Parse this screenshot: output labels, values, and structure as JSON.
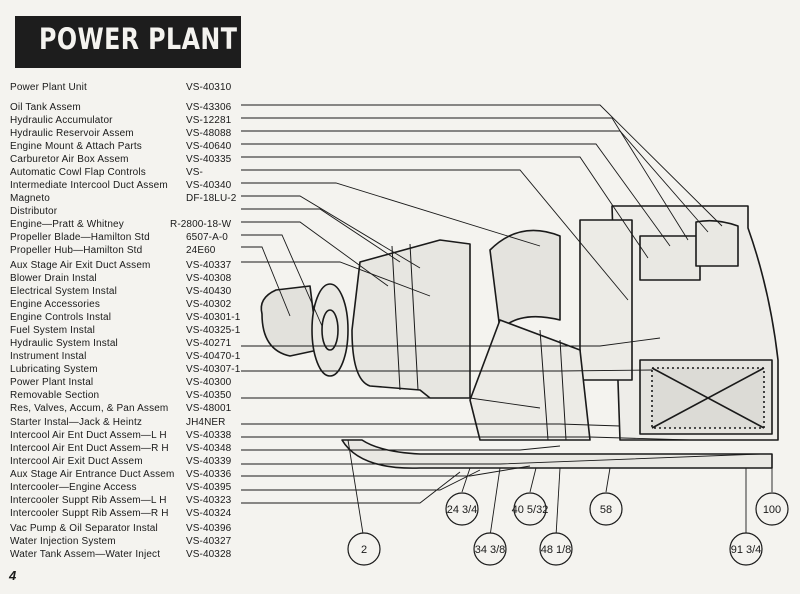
{
  "header": {
    "title": "POWER PLANT"
  },
  "parts": [
    {
      "name": "Power Plant Unit",
      "code": "VS-40310"
    },
    {
      "name": "Oil Tank Assem",
      "code": "VS-43306"
    },
    {
      "name": "Hydraulic Accumulator",
      "code": "VS-12281"
    },
    {
      "name": "Hydraulic Reservoir Assem",
      "code": "VS-48088"
    },
    {
      "name": "Engine Mount & Attach Parts",
      "code": "VS-40640"
    },
    {
      "name": "Carburetor Air Box Assem",
      "code": "VS-40335"
    },
    {
      "name": "Automatic Cowl Flap Controls",
      "code": "VS-"
    },
    {
      "name": "Intermediate Intercool Duct Assem",
      "code": "VS-40340"
    },
    {
      "name": "Magneto",
      "code": "DF-18LU-2"
    },
    {
      "name": "Distributor",
      "code": ""
    },
    {
      "name": "Engine—Pratt & Whitney",
      "code": "R-2800-18-W"
    },
    {
      "name": "Propeller Blade—Hamilton Std",
      "code": "6507-A-0"
    },
    {
      "name": "Propeller Hub—Hamilton Std",
      "code": "24E60"
    },
    {
      "name": "Aux Stage Air Exit Duct Assem",
      "code": "VS-40337"
    },
    {
      "name": "Blower Drain Instal",
      "code": "VS-40308"
    },
    {
      "name": "Electrical System Instal",
      "code": "VS-40430"
    },
    {
      "name": "Engine Accessories",
      "code": "VS-40302"
    },
    {
      "name": "Engine Controls Instal",
      "code": "VS-40301-1"
    },
    {
      "name": "Fuel System Instal",
      "code": "VS-40325-1"
    },
    {
      "name": "Hydraulic System Instal",
      "code": "VS-40271"
    },
    {
      "name": "Instrument Instal",
      "code": "VS-40470-1"
    },
    {
      "name": "Lubricating System",
      "code": "VS-40307-1"
    },
    {
      "name": "Power Plant Instal",
      "code": "VS-40300"
    },
    {
      "name": "Removable Section",
      "code": "VS-40350"
    },
    {
      "name": "Res, Valves, Accum, & Pan Assem",
      "code": "VS-48001"
    },
    {
      "name": "Starter Instal—Jack & Heintz",
      "code": "JH4NER"
    },
    {
      "name": "Intercool Air Ent Duct Assem—L H",
      "code": "VS-40338"
    },
    {
      "name": "Intercool Air Ent Duct Assem—R H",
      "code": "VS-40348"
    },
    {
      "name": "Intercool Air Exit Duct Assem",
      "code": "VS-40339"
    },
    {
      "name": "Aux Stage Air Entrance Duct Assem",
      "code": "VS-40336"
    },
    {
      "name": "Intercooler—Engine Access",
      "code": "VS-40395"
    },
    {
      "name": "Intercooler Suppt Rib Assem—L H",
      "code": "VS-40323"
    },
    {
      "name": "Intercooler Suppt Rib Assem—R H",
      "code": "VS-40324"
    },
    {
      "name": "Vac Pump & Oil Separator Instal",
      "code": "VS-40396"
    },
    {
      "name": "Water Injection System",
      "code": "VS-40327"
    },
    {
      "name": "Water Tank Assem—Water Inject",
      "code": "VS-40328"
    }
  ],
  "stations": [
    {
      "label": "2"
    },
    {
      "label": "24 3/4"
    },
    {
      "label": "34 3/8"
    },
    {
      "label": "40 5/32"
    },
    {
      "label": "48 1/8"
    },
    {
      "label": "58"
    },
    {
      "label": "91 3/4"
    },
    {
      "label": "100"
    }
  ],
  "footer": {
    "page_number": "4"
  }
}
